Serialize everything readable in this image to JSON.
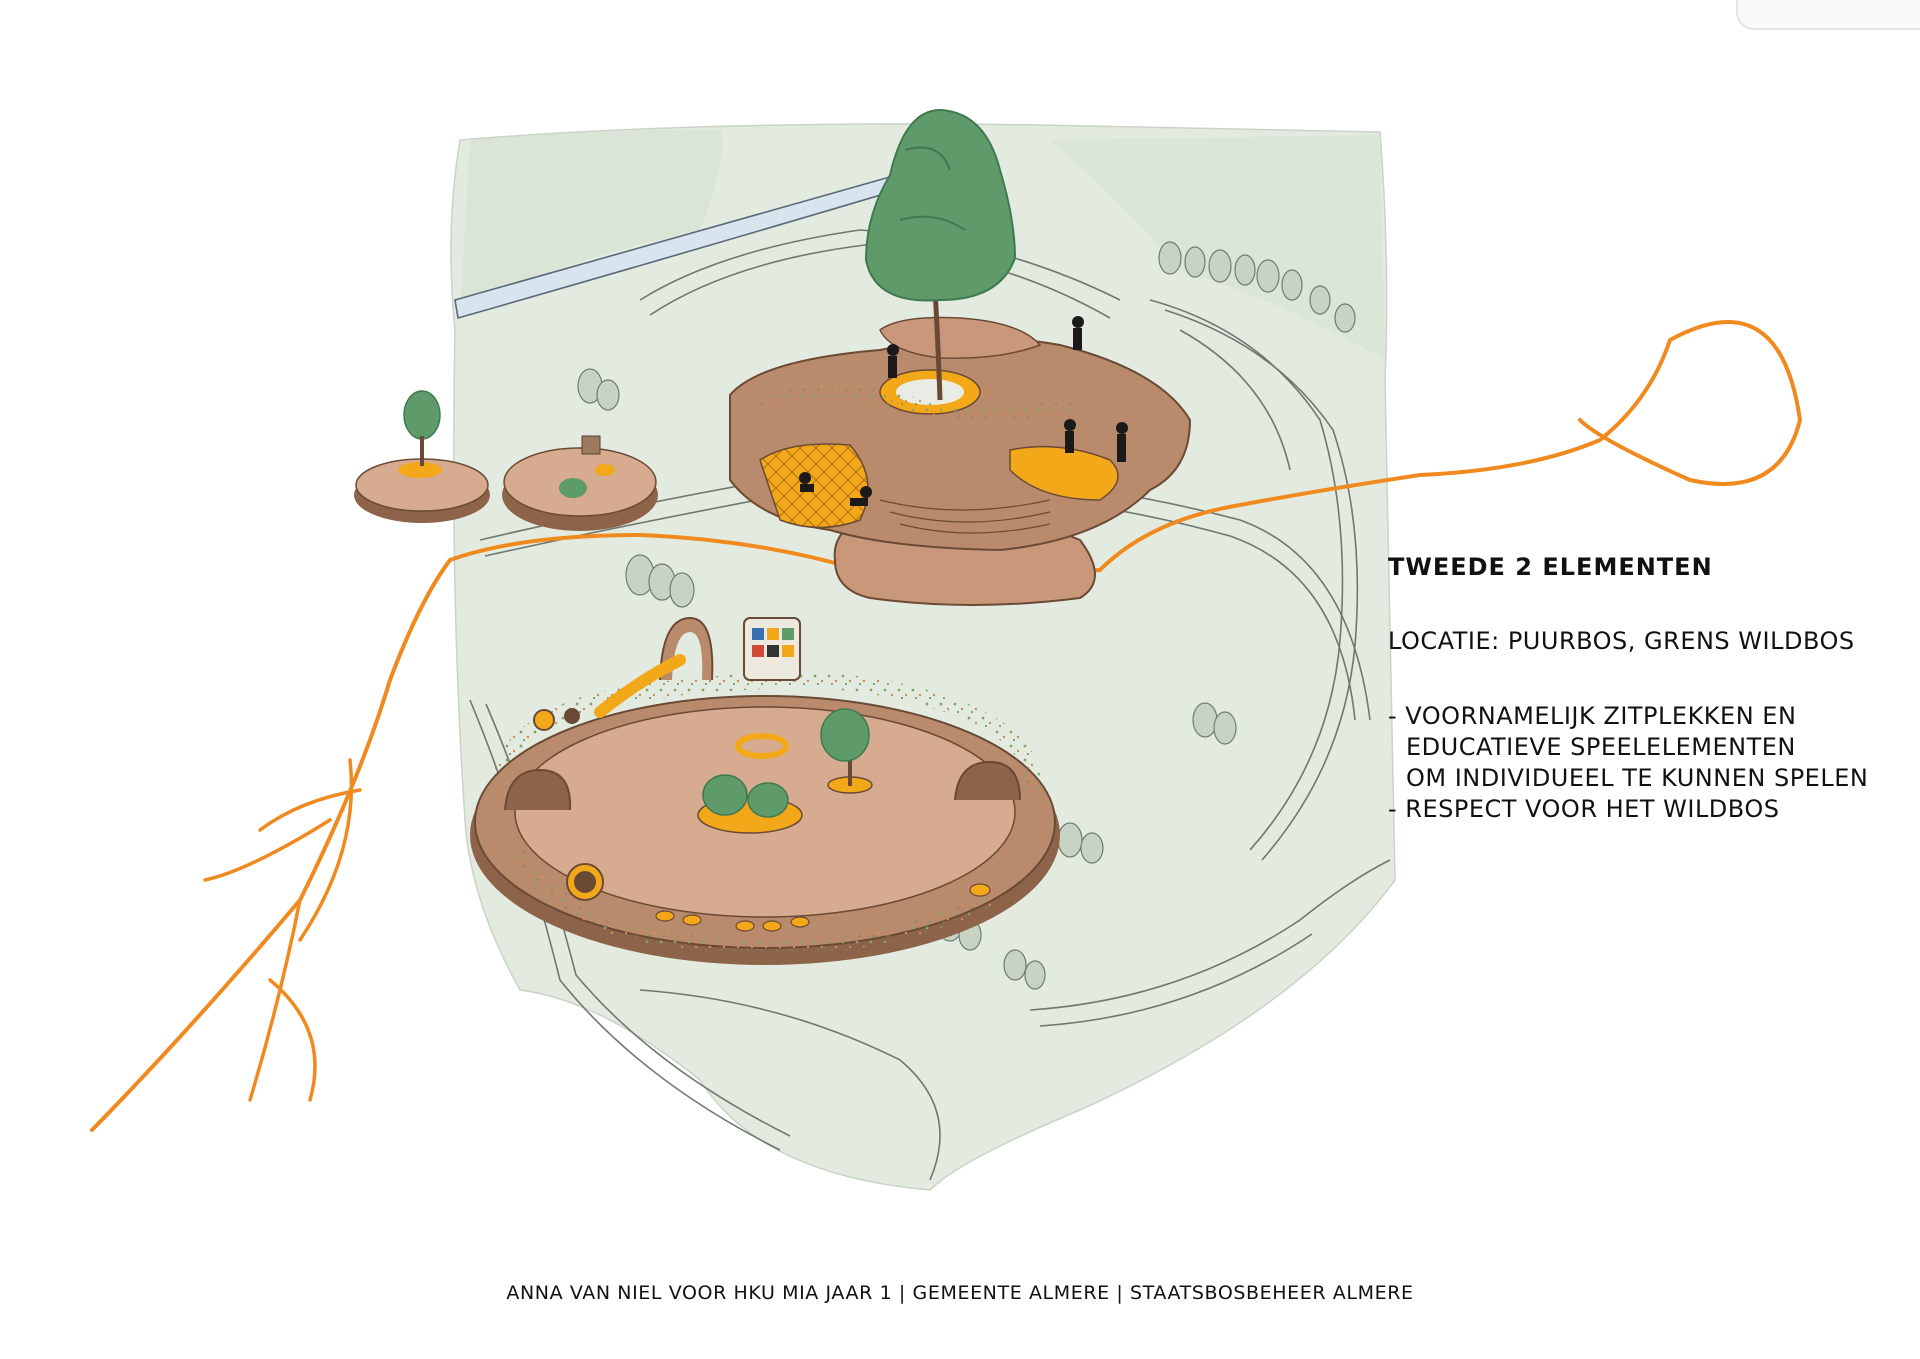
{
  "info": {
    "title": "TWEEDE 2 ELEMENTEN",
    "location": "LOCATIE: PUURBOS, GRENS WILDBOS",
    "bullets": [
      {
        "line1": "- VOORNAMELIJK ZITPLEKKEN EN",
        "line2": "EDUCATIEVE SPEELELEMENTEN",
        "line3": "OM INDIVIDUEEL TE KUNNEN SPELEN"
      },
      {
        "line1": "- RESPECT VOOR HET WILDBOS"
      }
    ]
  },
  "credits": "ANNA VAN NIEL VOOR HKU MIA JAAR 1 | GEMEENTE ALMERE | STAATSBOSBEHEER ALMERE",
  "colors": {
    "park_green": "#dfe8dd",
    "park_light": "#e9efe7",
    "water_blue": "#dbe6ee",
    "platform": "#b98a6c",
    "platform_dark": "#8d6349",
    "platform_floor": "#d7ab8f",
    "route_orange": "#f08a1e",
    "accent_yellow": "#f3a81a",
    "tree_green": "#5f9a6a",
    "tree_dark": "#3f7a4f"
  }
}
